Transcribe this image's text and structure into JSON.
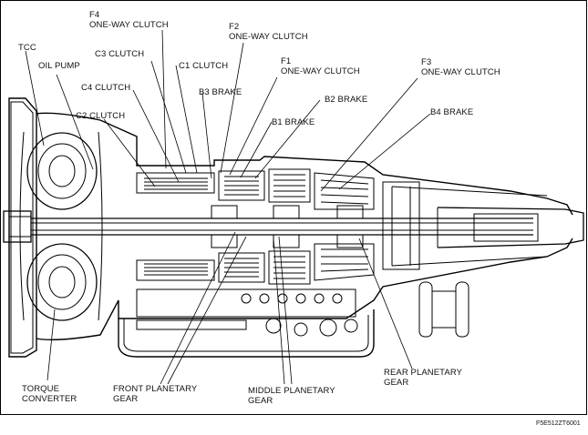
{
  "diagram_id": "F5E512ZT6001",
  "labels": {
    "f4": "F4\nONE-WAY CLUTCH",
    "f2": "F2\nONE-WAY CLUTCH",
    "f1": "F1\nONE-WAY CLUTCH",
    "f3": "F3\nONE-WAY CLUTCH",
    "tcc": "TCC",
    "oil_pump": "OIL PUMP",
    "c3": "C3 CLUTCH",
    "c1": "C1 CLUTCH",
    "c4": "C4 CLUTCH",
    "b3": "B3 BRAKE",
    "b2": "B2 BRAKE",
    "c2": "C2 CLUTCH",
    "b1": "B1 BRAKE",
    "b4": "B4 BRAKE",
    "torque_converter": "TORQUE\nCONVERTER",
    "front_planetary": "FRONT PLANETARY\nGEAR",
    "middle_planetary": "MIDDLE PLANETARY\nGEAR",
    "rear_planetary": "REAR PLANETARY\nGEAR"
  }
}
